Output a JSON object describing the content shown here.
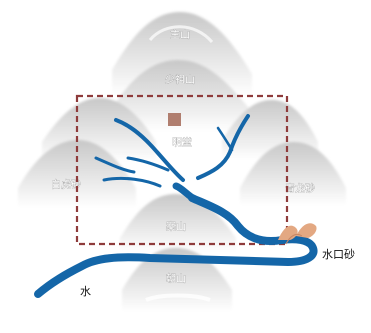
{
  "diagram": {
    "mountains": {
      "zhushan": "主山",
      "shaozushan": "少祖山",
      "mingtang": "明堂",
      "baihu": "白虎砂",
      "qinglong": "青龙砂",
      "anshan": "案山",
      "chaoshan": "朝山"
    },
    "labels": {
      "water": "水",
      "water_mouth": "水口砂"
    },
    "colors": {
      "river": "#1466a8",
      "boundary": "#8e3b3b",
      "mingtang_marker": "#b07e6f",
      "mountain_shade": "#b7b7b7",
      "mountain_light": "#eeeeee",
      "sand": "#e3a882"
    }
  }
}
